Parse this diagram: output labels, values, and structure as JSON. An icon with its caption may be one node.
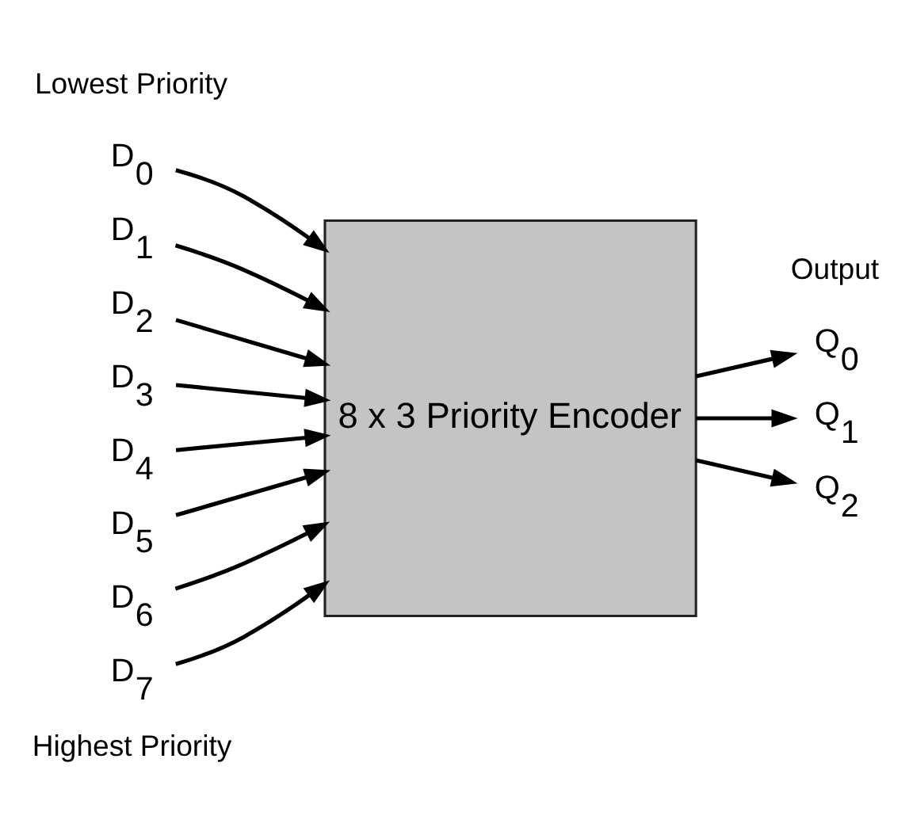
{
  "diagram": {
    "nodes": [
      {
        "text": [
          "D$_{0}$"
        ]
      },
      {
        "text": [
          "D$_{1}$"
        ]
      },
      {
        "text": [
          "D$_{2}$"
        ]
      },
      {
        "text": [
          "D$_{3}$"
        ]
      },
      {
        "text": [
          "D$_{4}$"
        ]
      },
      {
        "text": [
          "D$_{5}$"
        ]
      },
      {
        "text": [
          "D$_{6}$"
        ]
      },
      {
        "text": [
          "D$_{7}$"
        ]
      },
      {
        "text": [
          "8 x 3 Priority Encoder"
        ]
      },
      {
        "text": [
          "Q$_{0}$"
        ]
      },
      {
        "text": [
          "Q$_{1}$"
        ]
      },
      {
        "text": [
          "Q$_{2}$"
        ]
      }
    ],
    "edges": [
      {
        "from": 0,
        "to": 8,
        "arrow": "to"
      },
      {
        "from": 1,
        "to": 8,
        "arrow": "to"
      },
      {
        "from": 2,
        "to": 8,
        "arrow": "to"
      },
      {
        "from": 3,
        "to": 8,
        "arrow": "to"
      },
      {
        "from": 4,
        "to": 8,
        "arrow": "to"
      },
      {
        "from": 5,
        "to": 8,
        "arrow": "to"
      },
      {
        "from": 6,
        "to": 8,
        "arrow": "to"
      },
      {
        "from": 7,
        "to": 8,
        "arrow": "to"
      },
      {
        "from": 8,
        "to": 9,
        "arrow": "to"
      },
      {
        "from": 8,
        "to": 10,
        "arrow": "to"
      },
      {
        "from": 8,
        "to": 11,
        "arrow": "to"
      }
    ],
    "labels": [
      "Lowest Priority",
      "Output",
      "Highest Priority"
    ]
  }
}
